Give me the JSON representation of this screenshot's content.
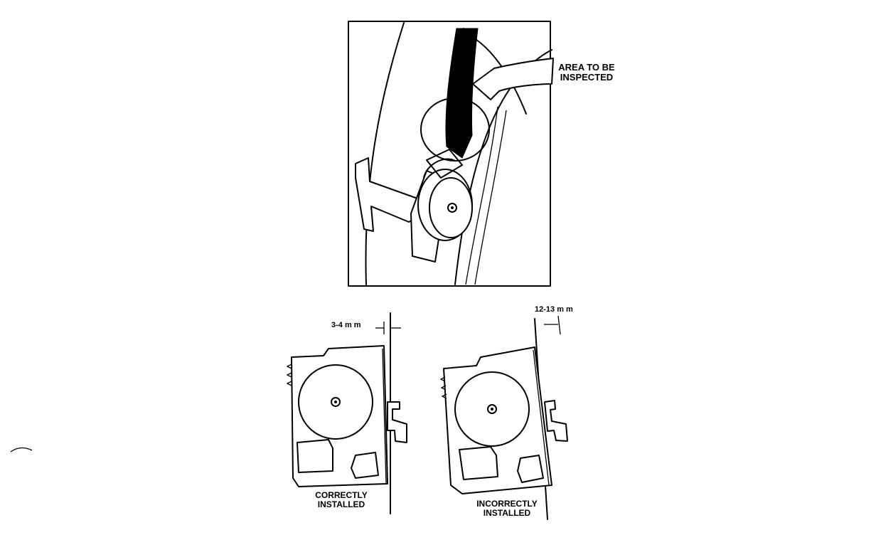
{
  "labels": {
    "area_inspected": "AREA TO BE\nINSPECTED",
    "dim_correct": "3-4 m m",
    "dim_incorrect": "12-13 m m",
    "caption_correct": "CORRECTLY\nINSTALLED",
    "caption_incorrect": "INCORRECTLY\nINSTALLED"
  },
  "colors": {
    "ink": "#000000",
    "paper": "#ffffff"
  }
}
